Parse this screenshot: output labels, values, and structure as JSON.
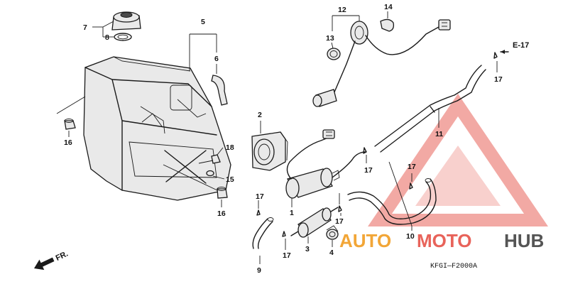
{
  "diagram": {
    "reference_code": "KFGI—F2000A",
    "cross_reference": "E-17",
    "front_marker": "FR.",
    "callouts": {
      "c1": "1",
      "c2": "2",
      "c3": "3",
      "c4": "4",
      "c5": "5",
      "c6": "6",
      "c7": "7",
      "c8": "8",
      "c9": "9",
      "c10": "10",
      "c11": "11",
      "c12": "12",
      "c13": "13",
      "c14": "14",
      "c15": "15",
      "c16a": "16",
      "c16b": "16",
      "c17a": "17",
      "c17b": "17",
      "c17c": "17",
      "c17d": "17",
      "c17e": "17",
      "c17f": "17",
      "c18": "18"
    }
  },
  "watermark": {
    "part1": "AUTO",
    "part2": "MOTO",
    "part3": "HUB",
    "colors": {
      "auto": "#f2a637",
      "moto": "#e8635a",
      "hub": "#555555",
      "logo": "#e8635a"
    }
  }
}
